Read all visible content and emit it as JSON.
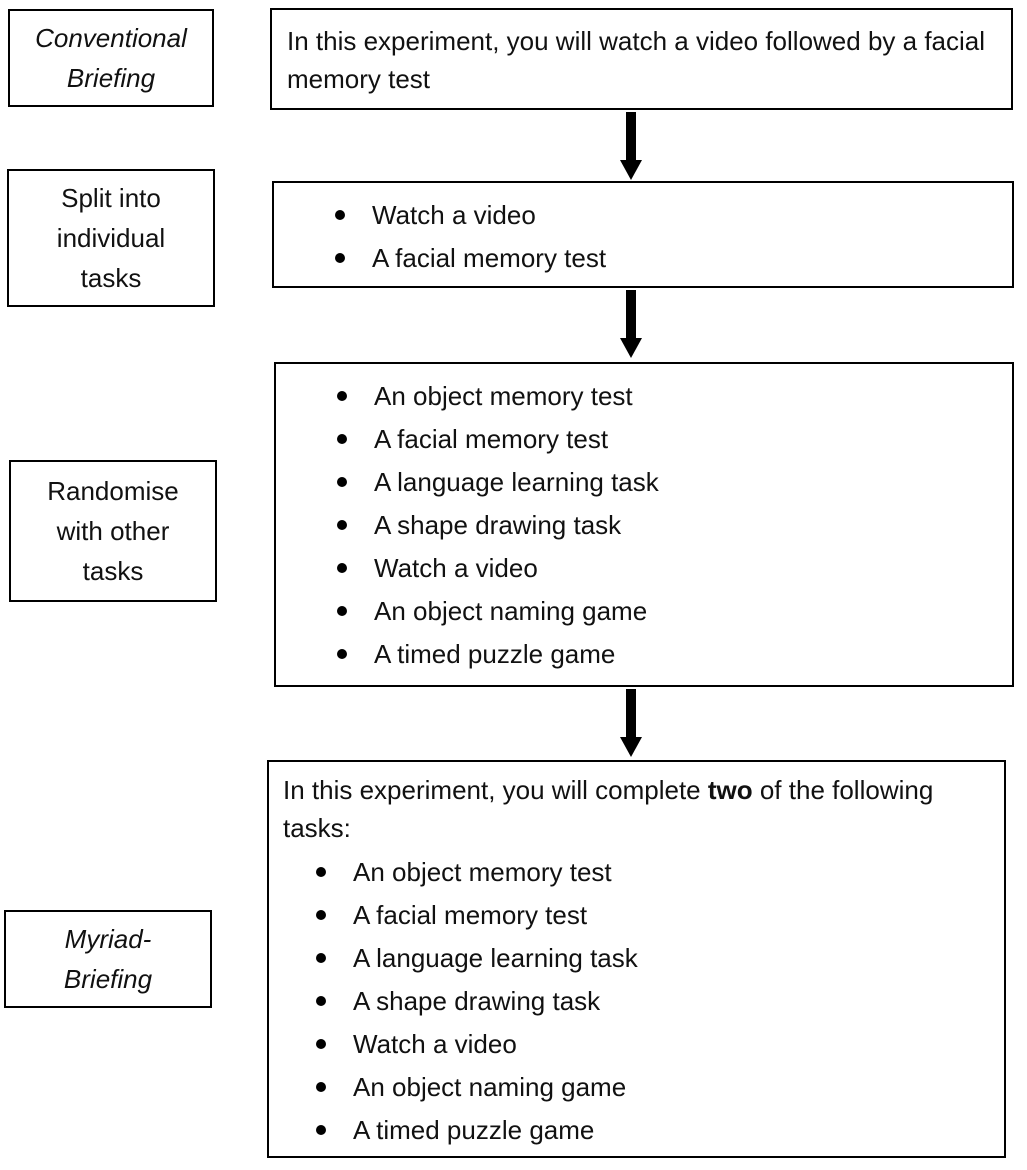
{
  "page": {
    "background_color": "#ffffff",
    "text_color": "#111111",
    "border_color": "#000000",
    "arrow_color": "#000000"
  },
  "left_labels": [
    {
      "text": "Conventional\nBriefing"
    },
    {
      "text": "Split into\nindividual\ntasks"
    },
    {
      "text": "Randomise\nwith other\ntasks"
    },
    {
      "text": "Myriad-\nBriefing"
    }
  ],
  "flow": {
    "step1_text": "In this experiment, you will watch a video followed by a facial memory test",
    "step2_tasks": [
      "Watch a video",
      "A facial memory test"
    ],
    "task_list": [
      "An object memory test",
      "A facial memory test",
      "A language learning task",
      "A shape drawing task",
      "Watch a video",
      "An object naming game",
      "A timed puzzle game"
    ],
    "step4_intro": {
      "before": "In this experiment, you will complete ",
      "bold": "two",
      "after": " of the following tasks:"
    }
  }
}
